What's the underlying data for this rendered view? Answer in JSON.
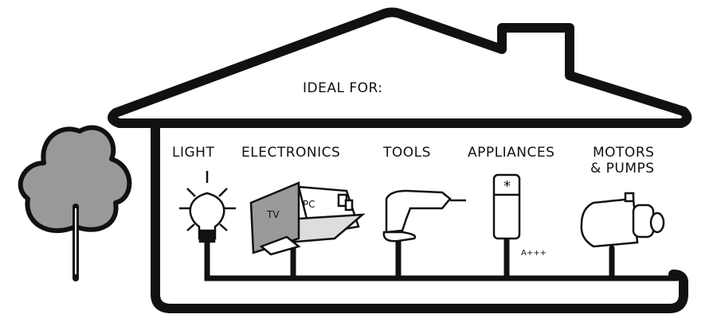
{
  "heading": "IDEAL FOR:",
  "categories": [
    {
      "label": "LIGHT",
      "icon": "light-bulb-icon"
    },
    {
      "label": "ELECTRONICS",
      "icon": "tv-pc-icon"
    },
    {
      "label": "TOOLS",
      "icon": "drill-icon"
    },
    {
      "label": "APPLIANCES",
      "icon": "fridge-icon"
    },
    {
      "label": "MOTORS\n& PUMPS",
      "label_line1": "MOTORS",
      "label_line2": "& PUMPS",
      "icon": "pump-icon"
    }
  ],
  "device_labels": {
    "tv": "TV",
    "pc": "PC",
    "energy_class": "A+++"
  },
  "colors": {
    "line": "#111111",
    "tree": "#999999",
    "screen": "#9a9a9a"
  }
}
